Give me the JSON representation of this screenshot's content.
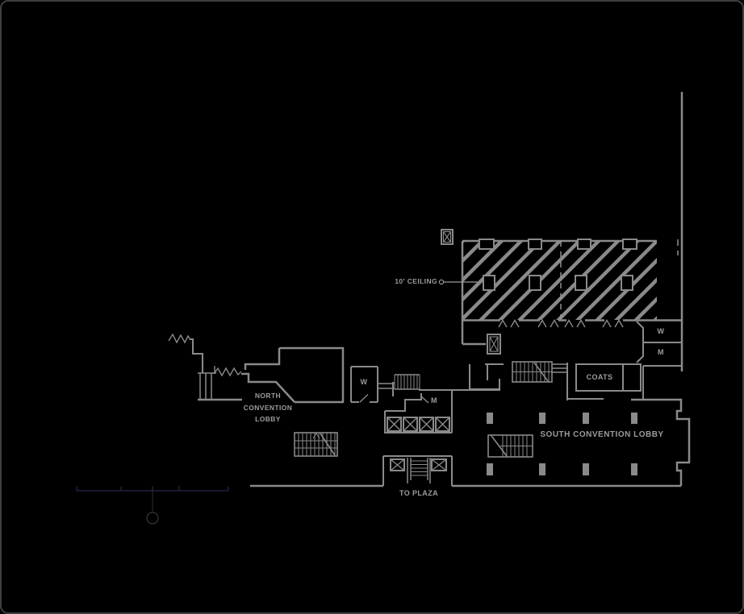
{
  "window": {
    "background": "#000000",
    "border_color": "#3f3f3f"
  },
  "drawing": {
    "line_color": "#8a8a8a",
    "label_color": "#9c9c9c",
    "underlay_line_color": "#21213f",
    "underlay_marker_color": "#2e2e2e",
    "annotations": {
      "ceiling_height": "10' CEILING"
    },
    "rooms": {
      "north_lobby": {
        "line1": "NORTH",
        "line2": "CONVENTION",
        "line3": "LOBBY"
      },
      "south_lobby": {
        "label": "SOUTH CONVENTION LOBBY"
      },
      "coats": {
        "label": "COATS"
      },
      "restrooms": {
        "mid_women": "W",
        "mid_men": "M",
        "east_women": "W",
        "east_men": "M"
      },
      "exit": {
        "label": "TO PLAZA"
      }
    }
  }
}
